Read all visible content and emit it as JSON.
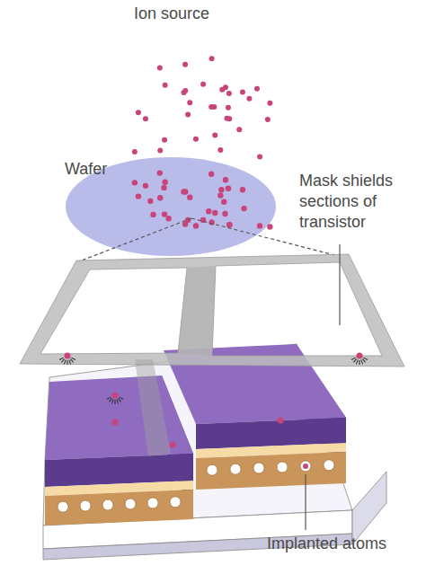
{
  "diagram": {
    "labels": [
      "Ion source",
      "Wafer",
      "Mask shields sections of transistor",
      "Implanted atoms"
    ]
  }
}
